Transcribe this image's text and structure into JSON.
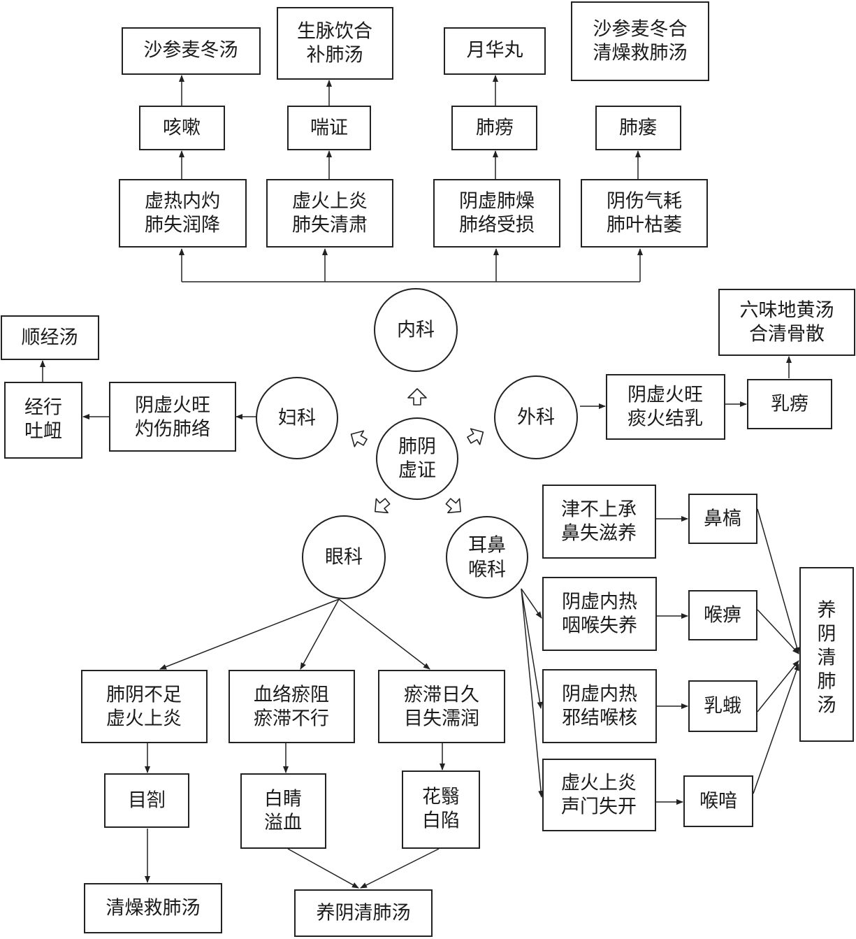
{
  "center": {
    "lines": [
      "肺阴",
      "虚证"
    ]
  },
  "departments": {
    "internal": {
      "lines": [
        "内科"
      ]
    },
    "gyn": {
      "lines": [
        "妇科"
      ]
    },
    "surgery": {
      "lines": [
        "外科"
      ]
    },
    "eye": {
      "lines": [
        "眼科"
      ]
    },
    "ent": {
      "lines": [
        "耳鼻",
        "喉科"
      ]
    }
  },
  "internal": {
    "columns": [
      {
        "pathogenesis": [
          "虚热内灼",
          "肺失润降"
        ],
        "disease": "咳嗽",
        "formula": [
          "沙参麦冬汤"
        ]
      },
      {
        "pathogenesis": [
          "虚火上炎",
          "肺失清肃"
        ],
        "disease": "喘证",
        "formula": [
          "生脉饮合",
          "补肺汤"
        ]
      },
      {
        "pathogenesis": [
          "阴虚肺燥",
          "肺络受损"
        ],
        "disease": "肺痨",
        "formula": [
          "月华丸"
        ]
      },
      {
        "pathogenesis": [
          "阴伤气耗",
          "肺叶枯萎"
        ],
        "disease": "肺痿",
        "formula": [
          "沙参麦冬合",
          "清燥救肺汤"
        ]
      }
    ]
  },
  "gyn": {
    "pathogenesis": [
      "阴虚火旺",
      "灼伤肺络"
    ],
    "disease": [
      "经行",
      "吐衄"
    ],
    "formula": [
      "顺经汤"
    ]
  },
  "surgery": {
    "pathogenesis": [
      "阴虚火旺",
      "痰火结乳"
    ],
    "disease": [
      "乳痨"
    ],
    "formula": [
      "六味地黄汤",
      "合清骨散"
    ]
  },
  "ent": {
    "rows": [
      {
        "pathogenesis": [
          "津不上承",
          "鼻失滋养"
        ],
        "disease": "鼻槁"
      },
      {
        "pathogenesis": [
          "阴虚内热",
          "咽喉失养"
        ],
        "disease": "喉痹"
      },
      {
        "pathogenesis": [
          "阴虚内热",
          "邪结喉核"
        ],
        "disease": "乳蛾"
      },
      {
        "pathogenesis": [
          "虚火上炎",
          "声门失开"
        ],
        "disease": "喉喑"
      }
    ],
    "formula": [
      "养",
      "阴",
      "清",
      "肺",
      "汤"
    ]
  },
  "eye": {
    "columns": [
      {
        "pathogenesis": [
          "肺阴不足",
          "虚火上炎"
        ],
        "disease": [
          "目劄"
        ]
      },
      {
        "pathogenesis": [
          "血络瘀阻",
          "瘀滞不行"
        ],
        "disease": [
          "白睛",
          "溢血"
        ]
      },
      {
        "pathogenesis": [
          "瘀滞日久",
          "目失濡润"
        ],
        "disease": [
          "花翳",
          "白陷"
        ]
      }
    ],
    "formula_a": [
      "清燥救肺汤"
    ],
    "formula_b": [
      "养阴清肺汤"
    ]
  }
}
